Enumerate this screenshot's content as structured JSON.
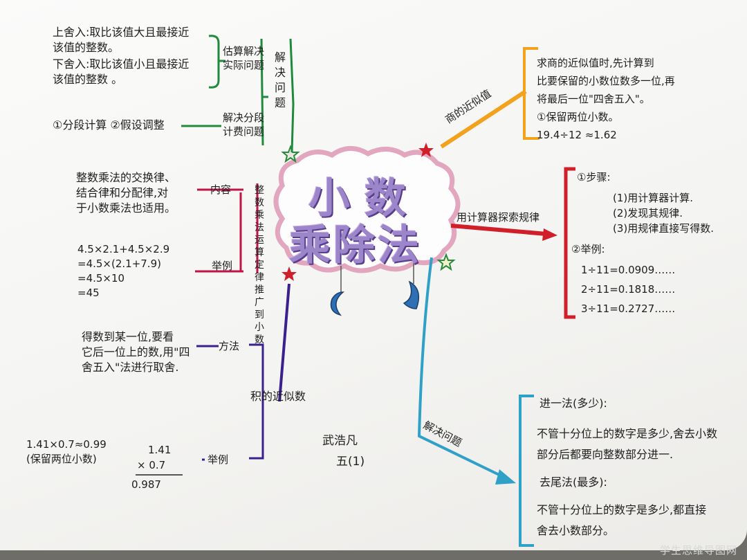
{
  "center": {
    "line1": "小 数",
    "line2": "乘除法"
  },
  "left_top": {
    "roundup": "上舍入:取比该值大且最接近\n该值的整数。",
    "rounddown": "下舍入:取比该值小且最接近\n该值的整数 。",
    "estimate": "估算解决\n实际问题",
    "piecewise_methods": "①分段计算 ②假设调整",
    "piecewise": "解决分段\n计费问题",
    "solve": "解决问题"
  },
  "left_mid": {
    "content_text": "整数乘法的交换律、\n结合律和分配律,对\n于小数乘法也适用。",
    "content_label": "内容",
    "example_calc": "4.5×2.1+4.5×2.9\n=4.5×(2.1+7.9)\n=4.5×10\n=45",
    "example_label": "举例",
    "branch": "整数乘法运算定律推广到小数"
  },
  "left_bottom": {
    "method_text": "得数到某一位,要看\n它后一位上的数,用\"四\n舍五入\"法进行取舍.",
    "method_label": "方法",
    "branch": "积的近似数",
    "example_left": "1.41×0.7≈0.99\n(保留两位小数)",
    "vertical_top": "1.41",
    "vertical_mid": "× 0.7",
    "vertical_result": "0.987",
    "example_label": "举例"
  },
  "signature": {
    "name": "武浩凡",
    "class": "五(1)"
  },
  "right_top": {
    "branch": "商的近似值",
    "text": "求商的近似值时,先计算到\n比要保留的小数位数多一位,再\n将最后一位\"四舍五入\"。\n①保留两位小数。\n19.4÷12 ≈1.62"
  },
  "right_mid": {
    "branch": "用计算器探索规律",
    "steps_title": "①步骤:",
    "step1": "(1)用计算器计算.",
    "step2": "(2)发现其规律.",
    "step3": "(3)用规律直接写得数.",
    "examples_title": "②举例:",
    "ex1": "1÷11=0.0909……",
    "ex2": "2÷11=0.1818……",
    "ex3": "3÷11=0.2727……"
  },
  "right_bottom": {
    "branch": "解决问题",
    "ceil_title": "进一法(多少):",
    "ceil_text": "不管十分位上的数字是多少,舍去小数\n部分后都要向整数部分进一.",
    "floor_title": "去尾法(最多):",
    "floor_text": "不管十分位上的数字是多少,都直接\n舍去小数部分。"
  },
  "watermark": "学生思维导图网",
  "colors": {
    "purple_text": "#9a86c8",
    "green": "#1f8a3c",
    "orange": "#f2a21c",
    "red": "#d11f2a",
    "crimson": "#c01448",
    "blue": "#2fa0c7",
    "indigo": "#3a1f8f",
    "navy": "#1c2c7a"
  }
}
